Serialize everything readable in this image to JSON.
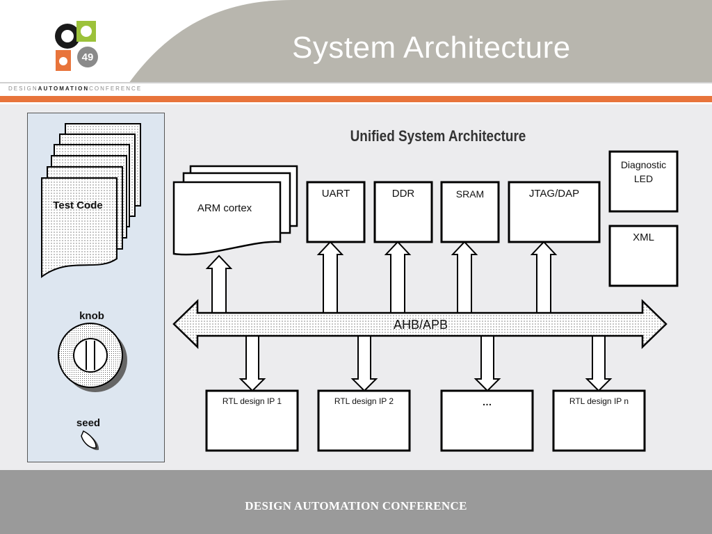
{
  "slide": {
    "title": "System Architecture",
    "header_strip": {
      "prefix": "DESIGN",
      "highlight": "AUTOMATION",
      "suffix": "CONFERENCE"
    },
    "logo_number": "49",
    "footer": "DESIGN AUTOMATION CONFERENCE"
  },
  "left_panel": {
    "test_code_label": "Test Code",
    "knob_label": "knob",
    "seed_label": "seed"
  },
  "diagram": {
    "title": "Unified System Architecture",
    "processor": "ARM cortex",
    "bus": "AHB/APB",
    "peripherals": [
      "UART",
      "DDR",
      "SRAM",
      "JTAG/DAP"
    ],
    "side_boxes": [
      "Diagnostic LED",
      "XML"
    ],
    "rtl_blocks": [
      "RTL design IP 1",
      "RTL design IP 2",
      "…",
      "RTL design IP n"
    ]
  },
  "colors": {
    "header_gray": "#b8b6ae",
    "accent_orange": "#e8743b",
    "panel_blue": "#dde6f0",
    "footer_gray": "#9a9a9a"
  }
}
